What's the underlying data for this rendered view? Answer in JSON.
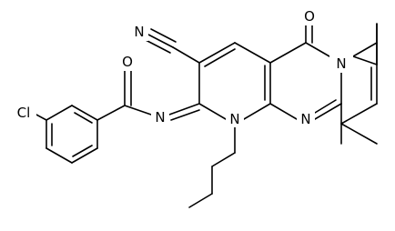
{
  "structure": {
    "atoms": {
      "o_carbonyl": "O",
      "n_imine": "N",
      "n_nitrile": "N",
      "n1": "N",
      "n_pyridine_fused": "N",
      "n_pyrimidine": "N",
      "o_ring": "O",
      "cl": "Cl"
    },
    "colors": {
      "bond": "#000000",
      "label": "#000000",
      "background": "#ffffff"
    }
  }
}
